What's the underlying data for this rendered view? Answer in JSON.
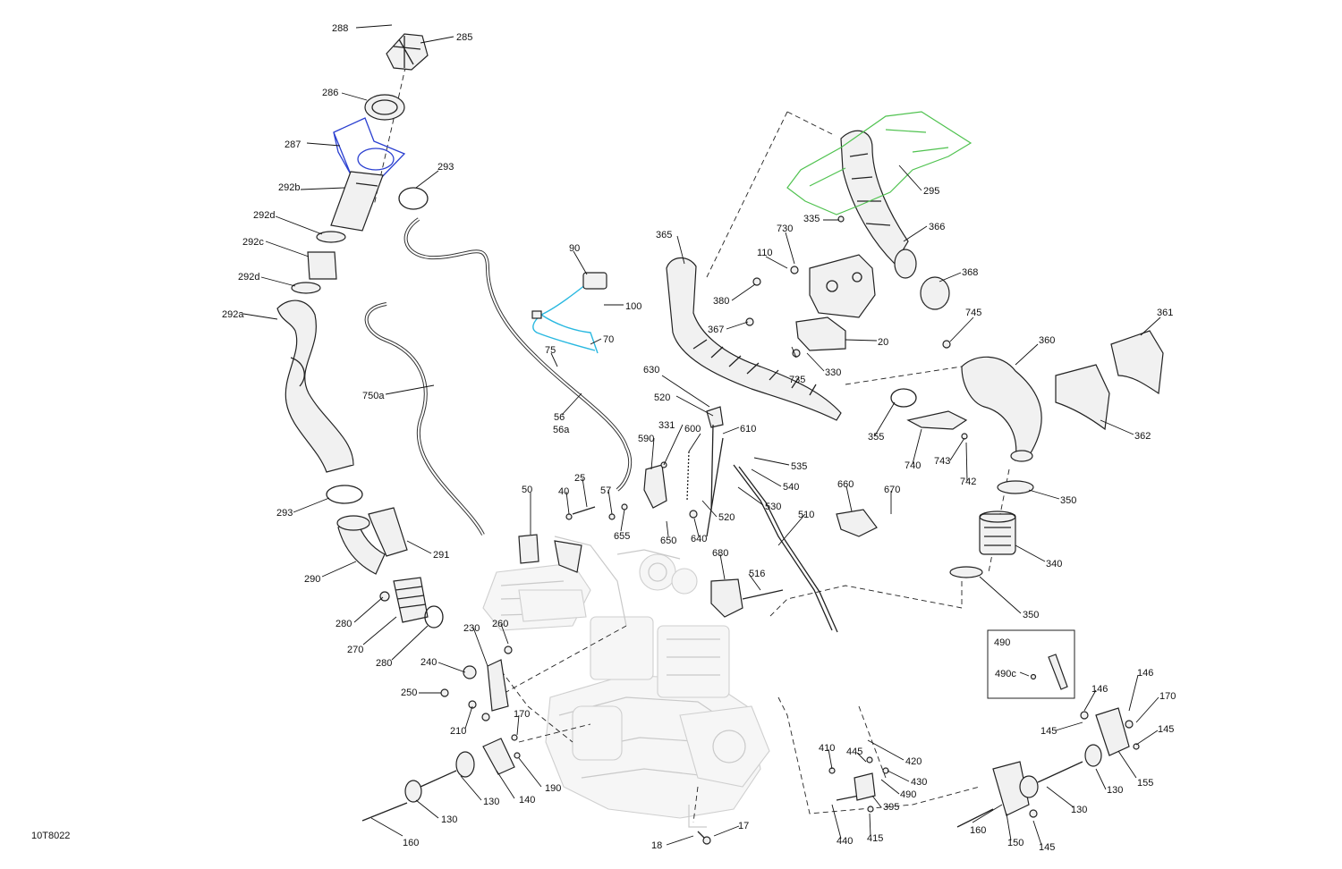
{
  "drawing_id": "10T8022",
  "inset": {
    "title": "490",
    "sub_label": "490c"
  },
  "callouts": [
    {
      "id": "c288",
      "text": "288"
    },
    {
      "id": "c285",
      "text": "285"
    },
    {
      "id": "c286",
      "text": "286"
    },
    {
      "id": "c287",
      "text": "287"
    },
    {
      "id": "c293a",
      "text": "293"
    },
    {
      "id": "c292b",
      "text": "292b"
    },
    {
      "id": "c292d1",
      "text": "292d"
    },
    {
      "id": "c292c",
      "text": "292c"
    },
    {
      "id": "c292d2",
      "text": "292d"
    },
    {
      "id": "c292a",
      "text": "292a"
    },
    {
      "id": "c750a",
      "text": "750a"
    },
    {
      "id": "c293b",
      "text": "293"
    },
    {
      "id": "c291",
      "text": "291"
    },
    {
      "id": "c290",
      "text": "290"
    },
    {
      "id": "c280a",
      "text": "280"
    },
    {
      "id": "c270",
      "text": "270"
    },
    {
      "id": "c280b",
      "text": "280"
    },
    {
      "id": "c90",
      "text": "90"
    },
    {
      "id": "c100",
      "text": "100"
    },
    {
      "id": "c70",
      "text": "70"
    },
    {
      "id": "c75",
      "text": "75"
    },
    {
      "id": "c56",
      "text": "56"
    },
    {
      "id": "c56a",
      "text": "56a"
    },
    {
      "id": "c365",
      "text": "365"
    },
    {
      "id": "c295",
      "text": "295"
    },
    {
      "id": "c335",
      "text": "335"
    },
    {
      "id": "c366",
      "text": "366"
    },
    {
      "id": "c730",
      "text": "730"
    },
    {
      "id": "c110",
      "text": "110"
    },
    {
      "id": "c368",
      "text": "368"
    },
    {
      "id": "c380",
      "text": "380"
    },
    {
      "id": "c367",
      "text": "367"
    },
    {
      "id": "c20",
      "text": "20"
    },
    {
      "id": "c330",
      "text": "330"
    },
    {
      "id": "c735",
      "text": "735"
    },
    {
      "id": "c745",
      "text": "745"
    },
    {
      "id": "c361",
      "text": "361"
    },
    {
      "id": "c360",
      "text": "360"
    },
    {
      "id": "c630",
      "text": "630"
    },
    {
      "id": "c520a",
      "text": "520"
    },
    {
      "id": "c610",
      "text": "610"
    },
    {
      "id": "c331",
      "text": "331"
    },
    {
      "id": "c600",
      "text": "600"
    },
    {
      "id": "c590",
      "text": "590"
    },
    {
      "id": "c355",
      "text": "355"
    },
    {
      "id": "c740",
      "text": "740"
    },
    {
      "id": "c743",
      "text": "743"
    },
    {
      "id": "c362",
      "text": "362"
    },
    {
      "id": "c742",
      "text": "742"
    },
    {
      "id": "c535",
      "text": "535"
    },
    {
      "id": "c540",
      "text": "540"
    },
    {
      "id": "c530",
      "text": "530"
    },
    {
      "id": "c520b",
      "text": "520"
    },
    {
      "id": "c510",
      "text": "510"
    },
    {
      "id": "c50",
      "text": "50"
    },
    {
      "id": "c25",
      "text": "25"
    },
    {
      "id": "c40",
      "text": "40"
    },
    {
      "id": "c57",
      "text": "57"
    },
    {
      "id": "c655",
      "text": "655"
    },
    {
      "id": "c650",
      "text": "650"
    },
    {
      "id": "c640",
      "text": "640"
    },
    {
      "id": "c660",
      "text": "660"
    },
    {
      "id": "c670",
      "text": "670"
    },
    {
      "id": "c350a",
      "text": "350"
    },
    {
      "id": "c340",
      "text": "340"
    },
    {
      "id": "c350b",
      "text": "350"
    },
    {
      "id": "c680",
      "text": "680"
    },
    {
      "id": "c516",
      "text": "516"
    },
    {
      "id": "c230",
      "text": "230"
    },
    {
      "id": "c260",
      "text": "260"
    },
    {
      "id": "c240",
      "text": "240"
    },
    {
      "id": "c250",
      "text": "250"
    },
    {
      "id": "c210",
      "text": "210"
    },
    {
      "id": "c170a",
      "text": "170"
    },
    {
      "id": "c190",
      "text": "190"
    },
    {
      "id": "c140",
      "text": "140"
    },
    {
      "id": "c130a",
      "text": "130"
    },
    {
      "id": "c130b",
      "text": "130"
    },
    {
      "id": "c160a",
      "text": "160"
    },
    {
      "id": "c18",
      "text": "18"
    },
    {
      "id": "c17",
      "text": "17"
    },
    {
      "id": "c410",
      "text": "410"
    },
    {
      "id": "c445",
      "text": "445"
    },
    {
      "id": "c420",
      "text": "420"
    },
    {
      "id": "c430",
      "text": "430"
    },
    {
      "id": "c490",
      "text": "490"
    },
    {
      "id": "c395",
      "text": "395"
    },
    {
      "id": "c415",
      "text": "415"
    },
    {
      "id": "c440",
      "text": "440"
    },
    {
      "id": "c146a",
      "text": "146"
    },
    {
      "id": "c146b",
      "text": "146"
    },
    {
      "id": "c170b",
      "text": "170"
    },
    {
      "id": "c145a",
      "text": "145"
    },
    {
      "id": "c145b",
      "text": "145"
    },
    {
      "id": "c155",
      "text": "155"
    },
    {
      "id": "c130c",
      "text": "130"
    },
    {
      "id": "c130d",
      "text": "130"
    },
    {
      "id": "c160b",
      "text": "160"
    },
    {
      "id": "c150",
      "text": "150"
    },
    {
      "id": "c145c",
      "text": "145"
    }
  ]
}
